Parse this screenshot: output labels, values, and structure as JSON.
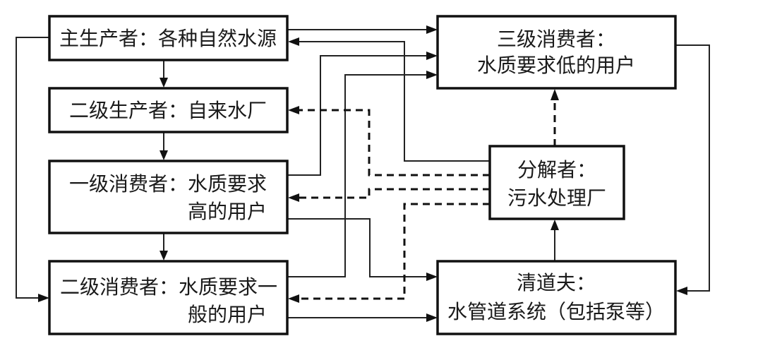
{
  "title": "城市水循环生态系统结构",
  "nodes": {
    "primary_producer": {
      "lines": [
        "主生产者：各种自然水源"
      ]
    },
    "secondary_producer": {
      "lines": [
        "二级生产者：自来水厂"
      ]
    },
    "primary_consumer": {
      "lines": [
        "一级消费者：水质要求",
        "高的用户"
      ]
    },
    "secondary_consumer": {
      "lines": [
        "二级消费者：水质要求一",
        "般的用户"
      ]
    },
    "tertiary_consumer": {
      "lines": [
        "三级消费者：",
        "水质要求低的用户"
      ]
    },
    "decomposer": {
      "lines": [
        "分解者：",
        "污水处理厂"
      ]
    },
    "scavenger": {
      "lines": [
        "清道夫：",
        "水管道系统（包括泵等）"
      ]
    }
  },
  "edges": [
    {
      "from": "primary_producer",
      "to": "secondary_producer",
      "style": "solid"
    },
    {
      "from": "secondary_producer",
      "to": "primary_consumer",
      "style": "solid"
    },
    {
      "from": "primary_consumer",
      "to": "secondary_consumer",
      "style": "solid"
    },
    {
      "from": "primary_producer",
      "to": "secondary_consumer",
      "style": "solid"
    },
    {
      "from": "primary_producer",
      "to": "tertiary_consumer",
      "style": "solid"
    },
    {
      "from": "primary_consumer",
      "to": "tertiary_consumer",
      "style": "solid"
    },
    {
      "from": "secondary_consumer",
      "to": "tertiary_consumer",
      "style": "solid"
    },
    {
      "from": "decomposer",
      "to": "primary_producer",
      "style": "solid"
    },
    {
      "from": "primary_consumer",
      "to": "scavenger",
      "style": "solid"
    },
    {
      "from": "secondary_consumer",
      "to": "scavenger",
      "style": "solid"
    },
    {
      "from": "tertiary_consumer",
      "to": "scavenger",
      "style": "solid"
    },
    {
      "from": "scavenger",
      "to": "decomposer",
      "style": "solid"
    },
    {
      "from": "decomposer",
      "to": "tertiary_consumer",
      "style": "dashed"
    },
    {
      "from": "decomposer",
      "to": "secondary_producer",
      "style": "dashed"
    },
    {
      "from": "decomposer",
      "to": "primary_consumer",
      "style": "dashed"
    },
    {
      "from": "decomposer",
      "to": "secondary_consumer",
      "style": "dashed"
    }
  ]
}
